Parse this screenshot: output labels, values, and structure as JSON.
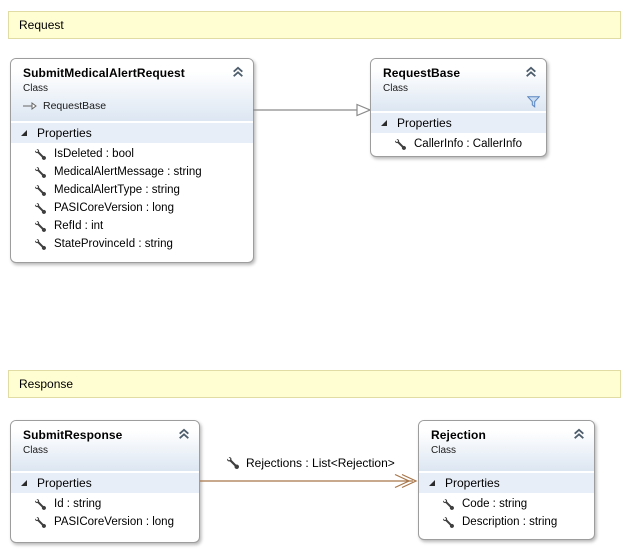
{
  "banners": {
    "request": {
      "label": "Request"
    },
    "response": {
      "label": "Response"
    }
  },
  "classes": {
    "submit_medical_alert_request": {
      "title": "SubmitMedicalAlertRequest",
      "stereotype": "Class",
      "base_type": "RequestBase",
      "section": "Properties",
      "properties": [
        "IsDeleted : bool",
        "MedicalAlertMessage : string",
        "MedicalAlertType : string",
        "PASICoreVersion : long",
        "RefId : int",
        "StateProvinceId : string"
      ]
    },
    "request_base": {
      "title": "RequestBase",
      "stereotype": "Class",
      "section": "Properties",
      "properties": [
        "CallerInfo : CallerInfo"
      ]
    },
    "submit_response": {
      "title": "SubmitResponse",
      "stereotype": "Class",
      "section": "Properties",
      "properties": [
        "Id : string",
        "PASICoreVersion : long"
      ]
    },
    "rejection": {
      "title": "Rejection",
      "stereotype": "Class",
      "section": "Properties",
      "properties": [
        "Code : string",
        "Description : string"
      ]
    }
  },
  "associations": {
    "rejections": {
      "label": "Rejections : List<Rejection>"
    }
  },
  "icons": {
    "collapse": "double-chevron-up",
    "expander": "expanded-triangle",
    "property": "wrench",
    "filter": "funnel",
    "inheritance": "open-arrow"
  },
  "colors": {
    "banner_bg": "#FFFDD2",
    "banner_border": "#E0DCA4",
    "box_border": "#9D9D9D",
    "header_grad": "#DCE6F2",
    "band": "#E8EEF8",
    "inherit_line": "#8A8A8A",
    "assoc_line": "#A8764A",
    "chevron": "#4E5D6C",
    "icon_dark": "#3F3F3F",
    "filter_stroke": "#5B86C2",
    "filter_fill": "#C9DCF2"
  }
}
